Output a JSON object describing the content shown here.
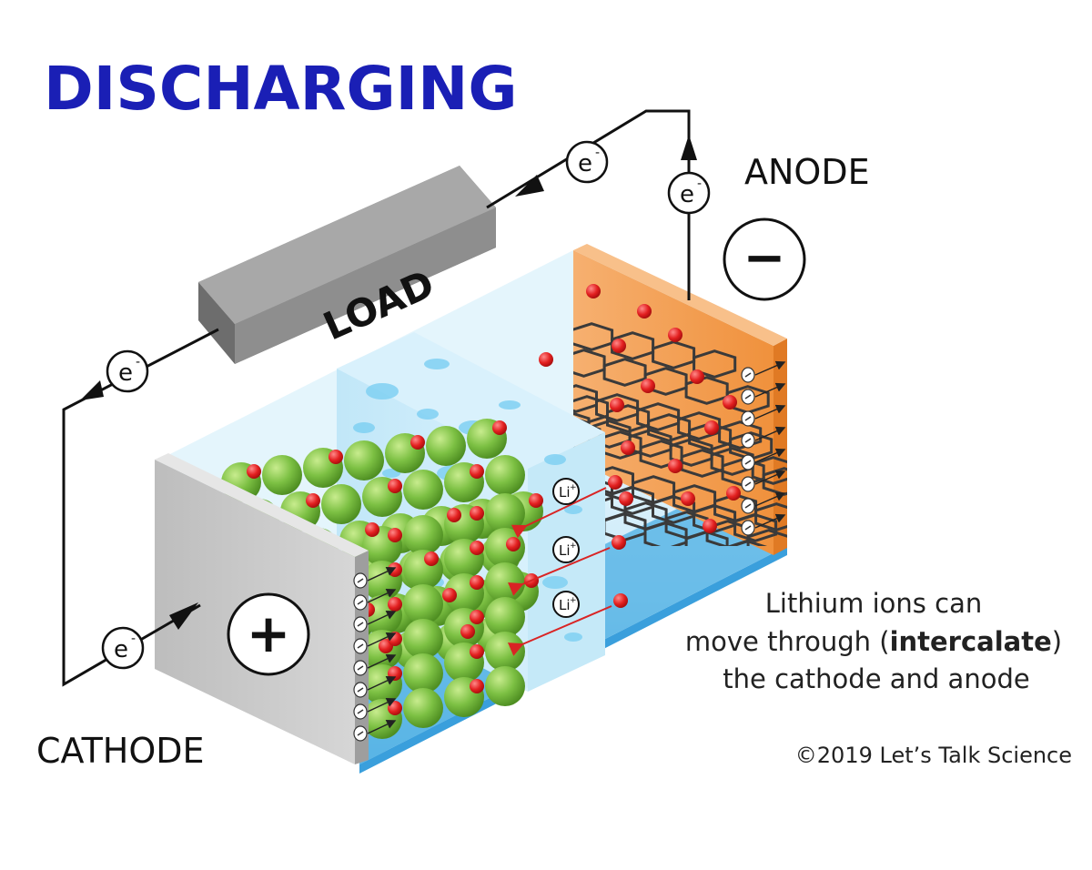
{
  "title": "DISCHARGING",
  "load_label": "LOAD",
  "anode_label": "ANODE",
  "cathode_label": "CATHODE",
  "anode_sign": "−",
  "cathode_sign": "+",
  "electron_label": "e",
  "electron_superscript": "-",
  "ion_label": "Li",
  "ion_superscript": "+",
  "caption": {
    "line1": "Lithium ions can",
    "line2_pre": "move through (",
    "line2_bold": "intercalate",
    "line2_post": ")",
    "line3": "the cathode and anode"
  },
  "copyright": "©2019 Let’s Talk Science",
  "colors": {
    "title": "#1a1fb5",
    "anode": "#f39a4a",
    "cathode": "#c7c7c7",
    "electrolyte": "#bfe6f8",
    "separator": "#a9dcf4",
    "cathode_particle": "#7cc043",
    "lithium": "#e32020",
    "graphite": "#3a3a3a",
    "wire": "#111111"
  }
}
